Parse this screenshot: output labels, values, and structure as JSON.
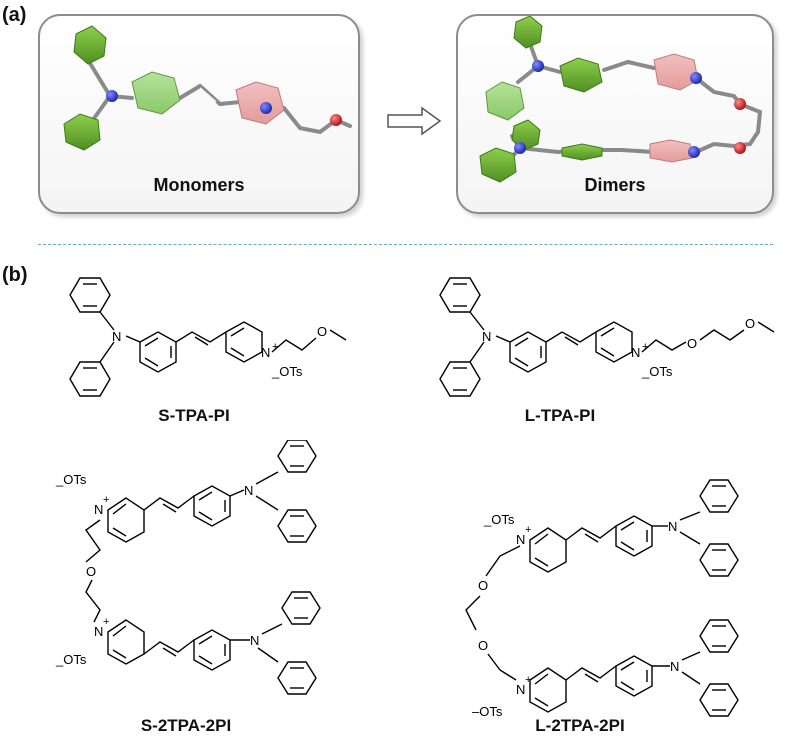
{
  "panels": {
    "a": "(a)",
    "b": "(b)"
  },
  "boxes": {
    "monomers": "Monomers",
    "dimers": "Dimers"
  },
  "compounds": [
    {
      "name": "S-TPA-PI"
    },
    {
      "name": "L-TPA-PI"
    },
    {
      "name": "S-2TPA-2PI"
    },
    {
      "name": "L-2TPA-2PI"
    }
  ],
  "atoms": {
    "N": "N",
    "O": "O",
    "plus": "+",
    "ots": "_OTs",
    "ots_alt": "–OTs"
  },
  "colors": {
    "green_dark": "#5a9a2a",
    "green_light": "#9ad47a",
    "pink": "#e9a5a5",
    "nitrogen": "#2233cc",
    "oxygen": "#cc1111",
    "divider": "#6aa6d6"
  }
}
